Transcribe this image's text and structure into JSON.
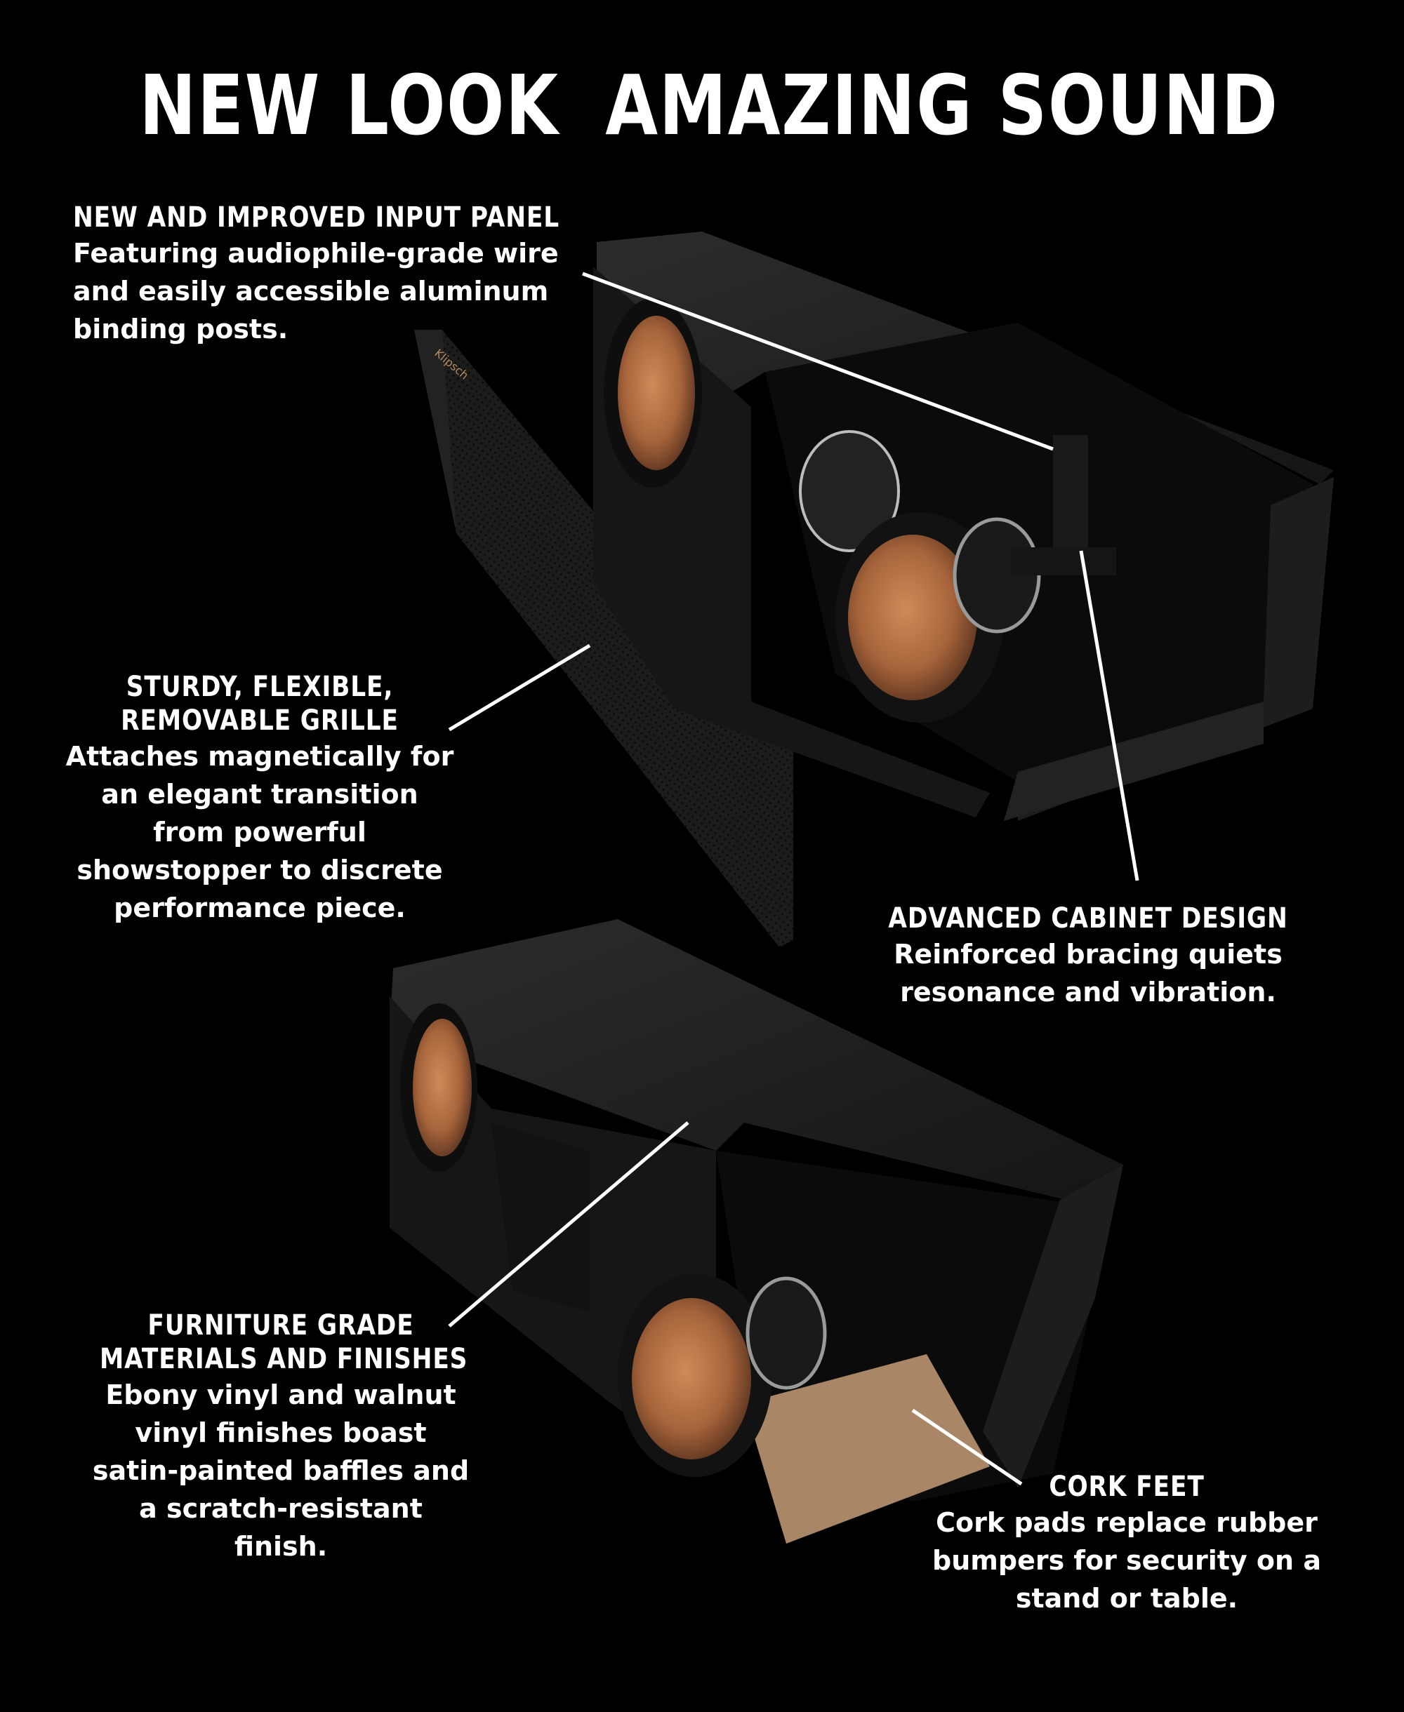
{
  "title": {
    "left": "NEW LOOK",
    "right": "AMAZING SOUND"
  },
  "callouts": {
    "input_panel": {
      "heading": "NEW AND IMPROVED INPUT PANEL",
      "body": "Featuring audiophile-grade wire and easily accessible aluminum binding posts."
    },
    "grille": {
      "heading_line1": "STURDY, FLEXIBLE,",
      "heading_line2": "REMOVABLE GRILLE",
      "body": "Attaches magnetically for an elegant transition from powerful showstopper to discrete performance piece."
    },
    "cabinet": {
      "heading": "ADVANCED CABINET DESIGN",
      "body": "Reinforced bracing quiets resonance and vibration."
    },
    "furniture": {
      "heading_line1": "FURNITURE GRADE",
      "heading_line2": "MATERIALS AND FINISHES",
      "body": "Ebony vinyl and walnut vinyl finishes boast satin-painted baffles and a scratch-resistant finish."
    },
    "cork": {
      "heading": "CORK FEET",
      "body": "Cork pads replace rubber bumpers for security on a stand or table."
    }
  },
  "images": {
    "top_speaker": "cutaway-center-speaker-with-removed-grille",
    "bottom_speaker": "cutaway-center-speaker-with-cork-feet",
    "brand_badge": "Klipsch"
  },
  "colors": {
    "background": "#000000",
    "text": "#ffffff",
    "cabinet": "#1c1c1c",
    "cabinet_top": "#2a2a2a",
    "copper_cone": "#b06a3e",
    "cork": "#a98766"
  }
}
